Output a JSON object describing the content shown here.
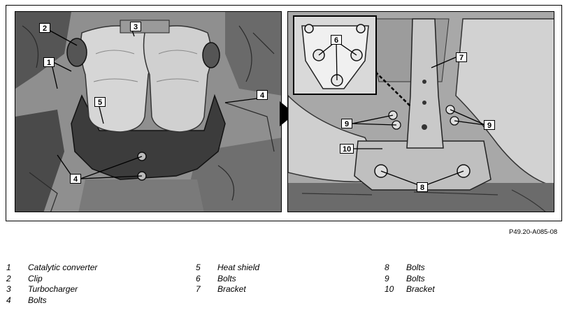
{
  "figure_ref": "P49.20-A085-08",
  "left_view": {
    "callouts": [
      {
        "id": "2",
        "text": "2"
      },
      {
        "id": "3",
        "text": "3"
      },
      {
        "id": "1",
        "text": "1"
      },
      {
        "id": "5",
        "text": "5"
      },
      {
        "id": "4a",
        "text": "4"
      },
      {
        "id": "4b",
        "text": "4"
      }
    ]
  },
  "right_view": {
    "callouts": [
      {
        "id": "6",
        "text": "6"
      },
      {
        "id": "7",
        "text": "7"
      },
      {
        "id": "9a",
        "text": "9"
      },
      {
        "id": "9b",
        "text": "9"
      },
      {
        "id": "10",
        "text": "10"
      },
      {
        "id": "8",
        "text": "8"
      }
    ]
  },
  "legend": [
    {
      "num": "1",
      "label": "Catalytic converter"
    },
    {
      "num": "2",
      "label": "Clip"
    },
    {
      "num": "3",
      "label": "Turbocharger"
    },
    {
      "num": "4",
      "label": "Bolts"
    },
    {
      "num": "5",
      "label": "Heat shield"
    },
    {
      "num": "6",
      "label": "Bolts"
    },
    {
      "num": "7",
      "label": "Bracket"
    },
    {
      "num": "8",
      "label": "Bolts"
    },
    {
      "num": "9",
      "label": "Bolts"
    },
    {
      "num": "10",
      "label": "Bracket"
    }
  ]
}
